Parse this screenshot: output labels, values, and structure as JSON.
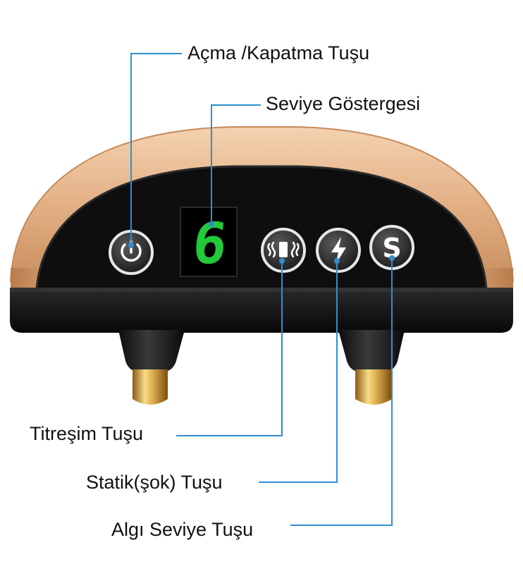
{
  "labels": {
    "power": "Açma /Kapatma Tuşu",
    "level": "Seviye Göstergesi",
    "vibrate": "Titreşim Tuşu",
    "static": "Statik(şok) Tuşu",
    "sense": "Algı Seviye Tuşu"
  },
  "display": {
    "digit": "6"
  },
  "buttons": [
    {
      "name": "power-button",
      "icon": "power-icon"
    },
    {
      "name": "vibrate-button",
      "icon": "vibration-icon"
    },
    {
      "name": "static-button",
      "icon": "lightning-icon"
    },
    {
      "name": "sense-button",
      "icon": "letter-s-icon",
      "glyph": "S"
    }
  ],
  "colors": {
    "shell": "#e8b88c",
    "panel": "#101010",
    "digit": "#22c93a",
    "leader": "#2f8fd0",
    "contact": "#d4a84a"
  }
}
